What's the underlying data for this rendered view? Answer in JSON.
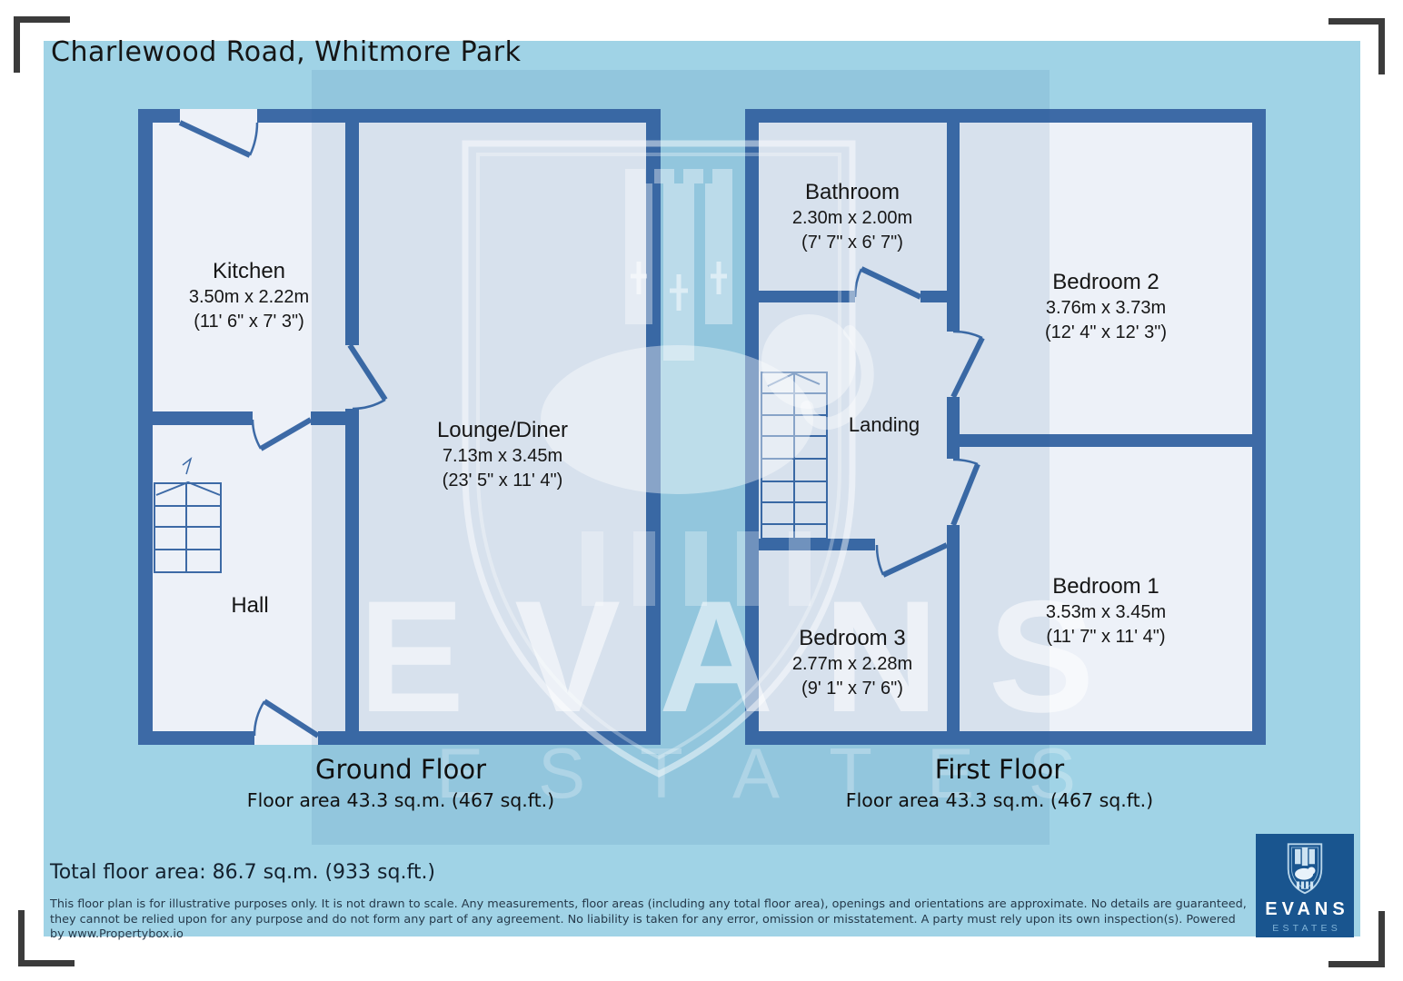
{
  "title": "Charlewood Road, Whitmore Park",
  "floors": [
    {
      "name": "Ground Floor",
      "area_line": "Floor area 43.3 sq.m. (467 sq.ft.)",
      "rooms": [
        {
          "name": "Kitchen",
          "dim_m": "3.50m x 2.22m",
          "dim_ft": "(11' 6\" x 7' 3\")"
        },
        {
          "name": "Lounge/Diner",
          "dim_m": "7.13m x 3.45m",
          "dim_ft": "(23' 5\" x 11' 4\")"
        },
        {
          "name": "Hall"
        }
      ]
    },
    {
      "name": "First Floor",
      "area_line": "Floor area 43.3 sq.m. (467 sq.ft.)",
      "rooms": [
        {
          "name": "Bathroom",
          "dim_m": "2.30m x 2.00m",
          "dim_ft": "(7' 7\" x 6' 7\")"
        },
        {
          "name": "Bedroom 2",
          "dim_m": "3.76m x 3.73m",
          "dim_ft": "(12' 4\" x 12' 3\")"
        },
        {
          "name": "Landing"
        },
        {
          "name": "Bedroom 3",
          "dim_m": "2.77m x 2.28m",
          "dim_ft": "(9' 1\" x 7' 6\")"
        },
        {
          "name": "Bedroom 1",
          "dim_m": "3.53m x 3.45m",
          "dim_ft": "(11' 7\" x 11' 4\")"
        }
      ]
    }
  ],
  "total_area": "Total floor area: 86.7 sq.m. (933 sq.ft.)",
  "disclaimer_lines": [
    "This floor plan is for illustrative purposes only. It is not drawn to scale. Any measurements, floor areas (including any total floor area), openings and orientations are approximate. No details are guaranteed,",
    "they cannot be relied upon for any purpose and do not form any part of any agreement. No liability is taken for any error, omission or misstatement. A party must rely upon its own inspection(s). Powered",
    "by www.Propertybox.io"
  ],
  "watermark": {
    "line1": "EVANS",
    "line2": "ESTATES"
  },
  "logo": {
    "line1": "EVANS",
    "line2": "ESTATES"
  },
  "colors": {
    "canvas_blue": "#a0d3e6",
    "wall_blue": "#3d6aa6",
    "room_fill": "#edf1f8",
    "logo_blue": "#19558f",
    "bracket_gray": "#3b3b3b"
  }
}
